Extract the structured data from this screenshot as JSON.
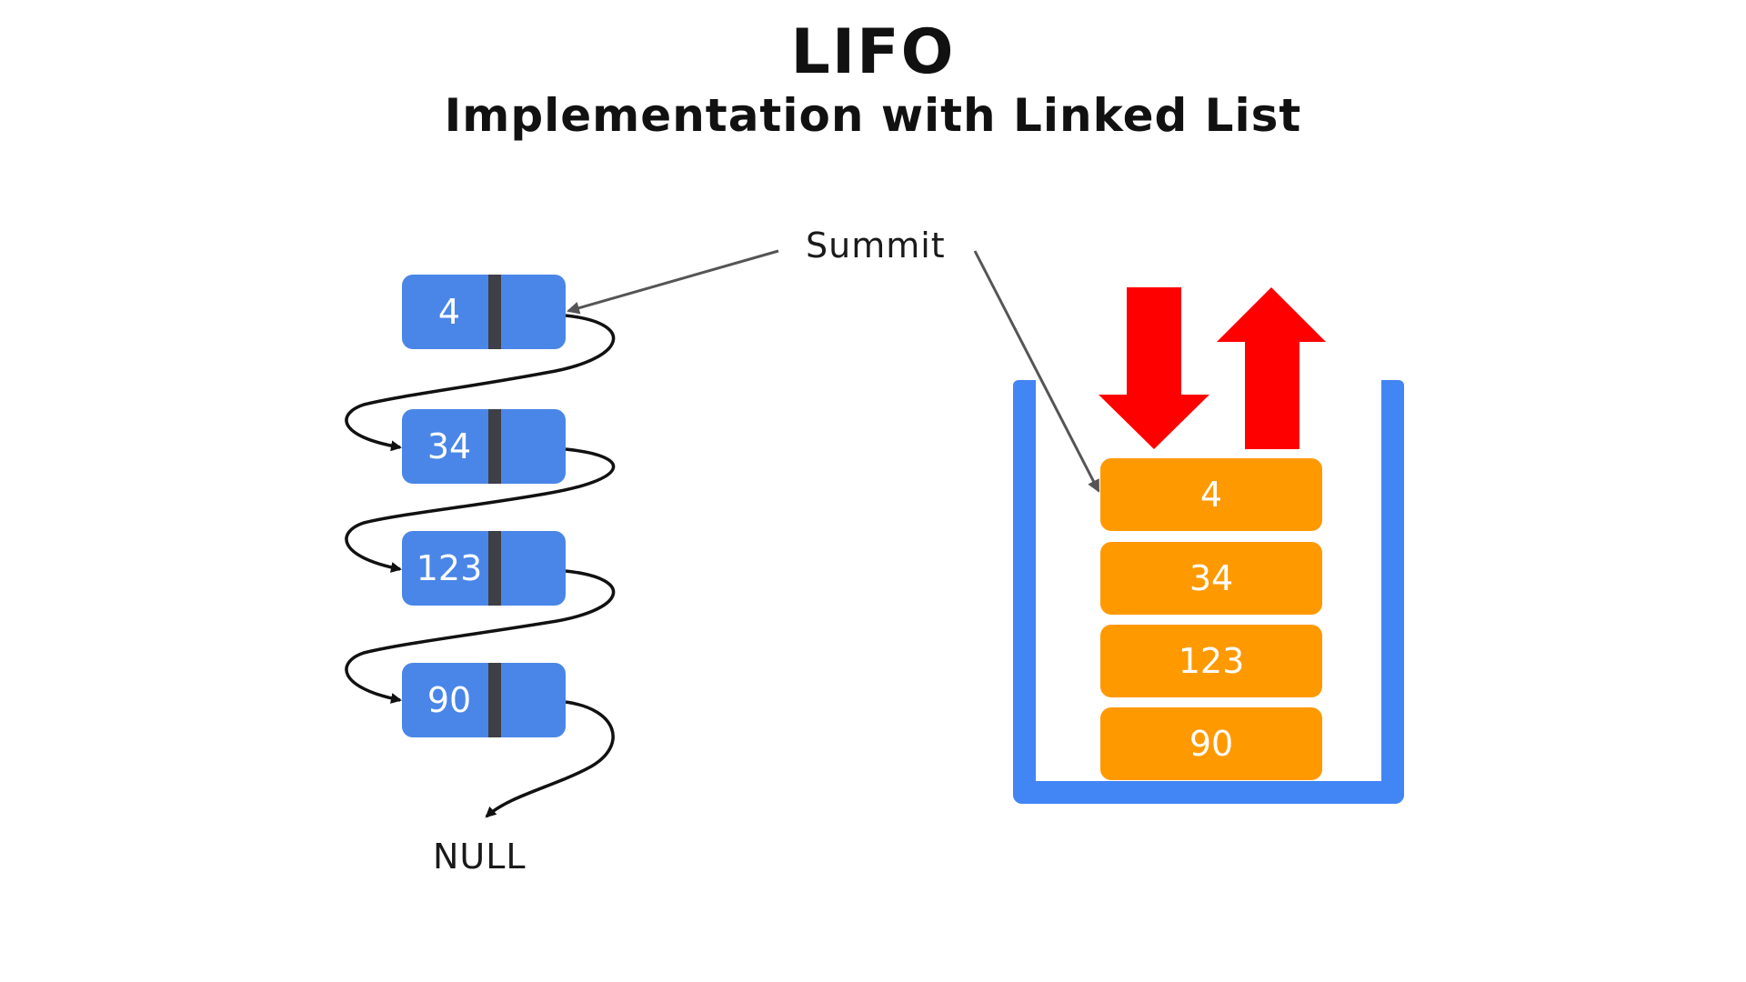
{
  "title": "LIFO",
  "subtitle": "Implementation with Linked List",
  "summit_label": "Summit",
  "null_label": "NULL",
  "linked_list": [
    {
      "value": "4"
    },
    {
      "value": "34"
    },
    {
      "value": "123"
    },
    {
      "value": "90"
    }
  ],
  "stack": [
    {
      "value": "4"
    },
    {
      "value": "34"
    },
    {
      "value": "123"
    },
    {
      "value": "90"
    }
  ],
  "colors": {
    "node": "#4A86E8",
    "node_divider": "#3f3f46",
    "stack_block": "#FF9900",
    "container": "#4285F4",
    "push_pop_arrows": "#FF0000"
  },
  "icons": {
    "push": "arrow-down-icon",
    "pop": "arrow-up-icon"
  }
}
